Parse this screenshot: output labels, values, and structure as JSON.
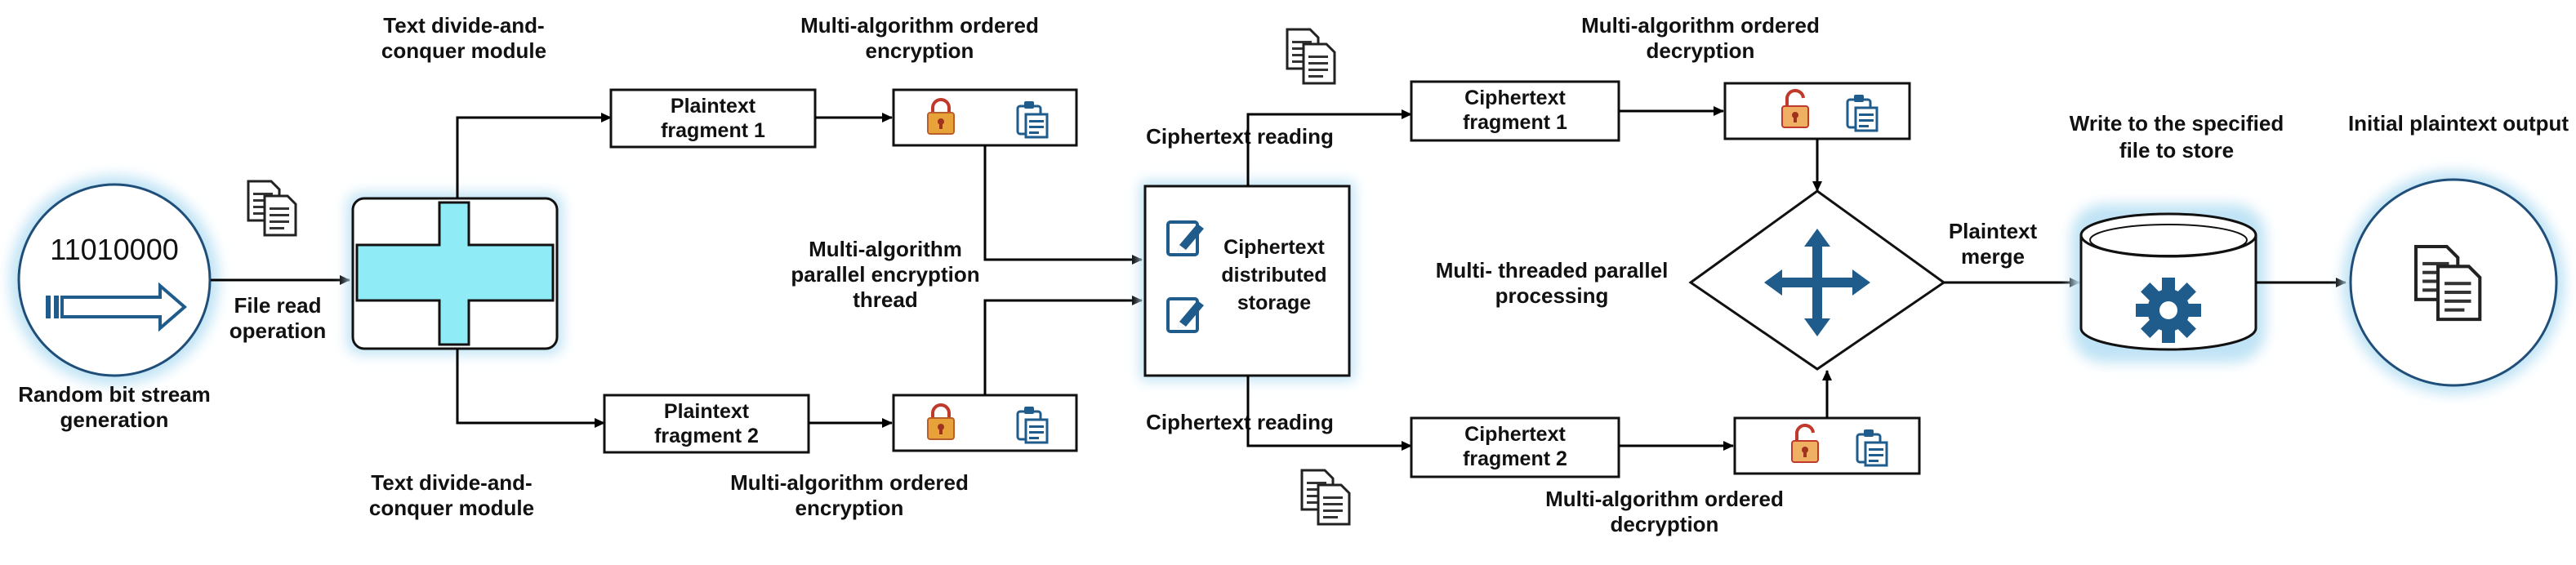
{
  "colors": {
    "glow": "#bfe3f5",
    "cross_fill": "#8fecf7",
    "accent_blue": "#1f5c8c",
    "lock": "#c0392b",
    "gear": "#1f5c8c"
  },
  "source": {
    "bits": "11010000",
    "label": [
      "Random bit stream",
      "generation"
    ],
    "file_read": [
      "File read",
      "operation"
    ]
  },
  "divide_conquer": {
    "top_label": [
      "Text divide-and-",
      "conquer module"
    ],
    "bottom_label": [
      "Text divide-and-",
      "conquer module"
    ]
  },
  "plaintext_fragments": {
    "top": [
      "Plaintext",
      "fragment 1"
    ],
    "bottom": [
      "Plaintext",
      "fragment 2"
    ]
  },
  "encryption": {
    "top_label": [
      "Multi-algorithm ordered",
      "encryption"
    ],
    "bottom_label": [
      "Multi-algorithm ordered",
      "encryption"
    ],
    "thread_label": [
      "Multi-algorithm",
      "parallel encryption",
      "thread"
    ]
  },
  "storage": {
    "label": [
      "Ciphertext",
      "distributed",
      "storage"
    ],
    "read_top": "Ciphertext reading",
    "read_bottom": "Ciphertext reading"
  },
  "ciphertext_fragments": {
    "top": [
      "Ciphertext",
      "fragment 1"
    ],
    "bottom": [
      "Ciphertext",
      "fragment 2"
    ]
  },
  "decryption": {
    "top_label": [
      "Multi-algorithm ordered",
      "decryption"
    ],
    "bottom_label": [
      "Multi-algorithm ordered",
      "decryption"
    ]
  },
  "parallel": {
    "label": [
      "Multi- threaded parallel",
      "processing"
    ],
    "merge_label": [
      "Plaintext",
      "merge"
    ]
  },
  "write_store": {
    "label": [
      "Write to the specified",
      "file to store"
    ]
  },
  "output": {
    "label": "Initial plaintext output"
  },
  "icons": [
    "documents-icon",
    "lock-icon",
    "unlock-icon",
    "clipboard-icon",
    "edit-icon",
    "gear-icon",
    "move-arrows-icon"
  ]
}
